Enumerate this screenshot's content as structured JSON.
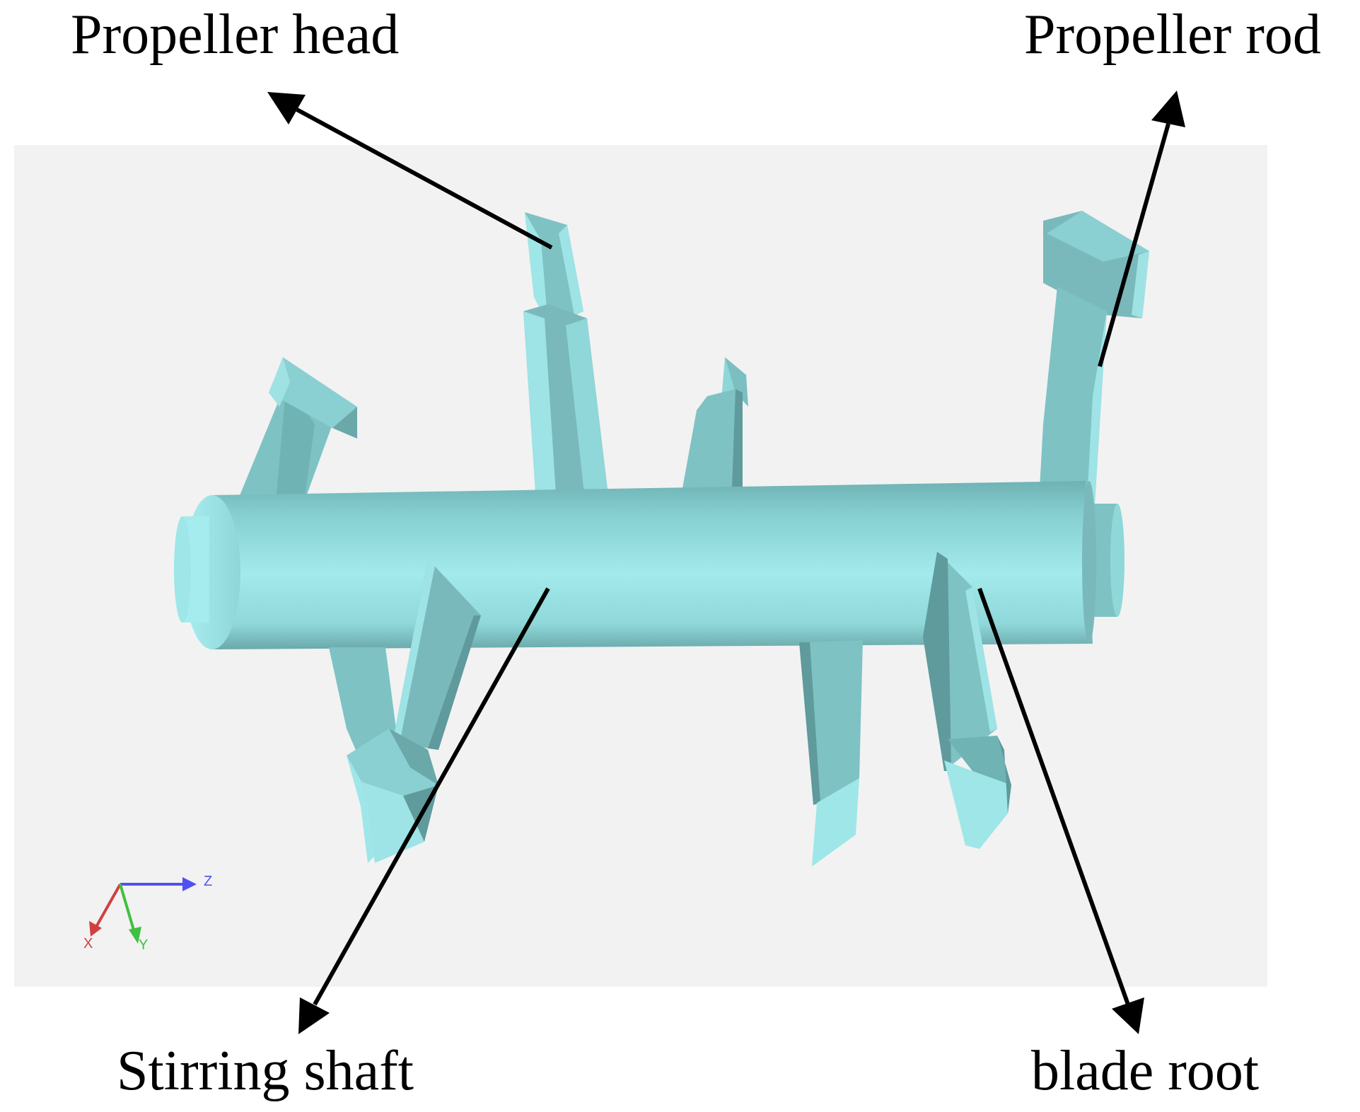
{
  "labels": {
    "propeller_head": "Propeller head",
    "propeller_rod": "Propeller rod",
    "stirring_shaft": "Stirring shaft",
    "blade_root": "blade root"
  },
  "axes": {
    "x": "X",
    "y": "Y",
    "z": "Z"
  },
  "colors": {
    "background": "#ffffff",
    "viewport": "#f2f2f2",
    "part_light": "#9fe6e8",
    "part_mid": "#7ec2c4",
    "part_dark": "#5f9a9c",
    "arrow": "#000000",
    "axis_x": "#d04040",
    "axis_y": "#40c040",
    "axis_z": "#5050f0"
  }
}
